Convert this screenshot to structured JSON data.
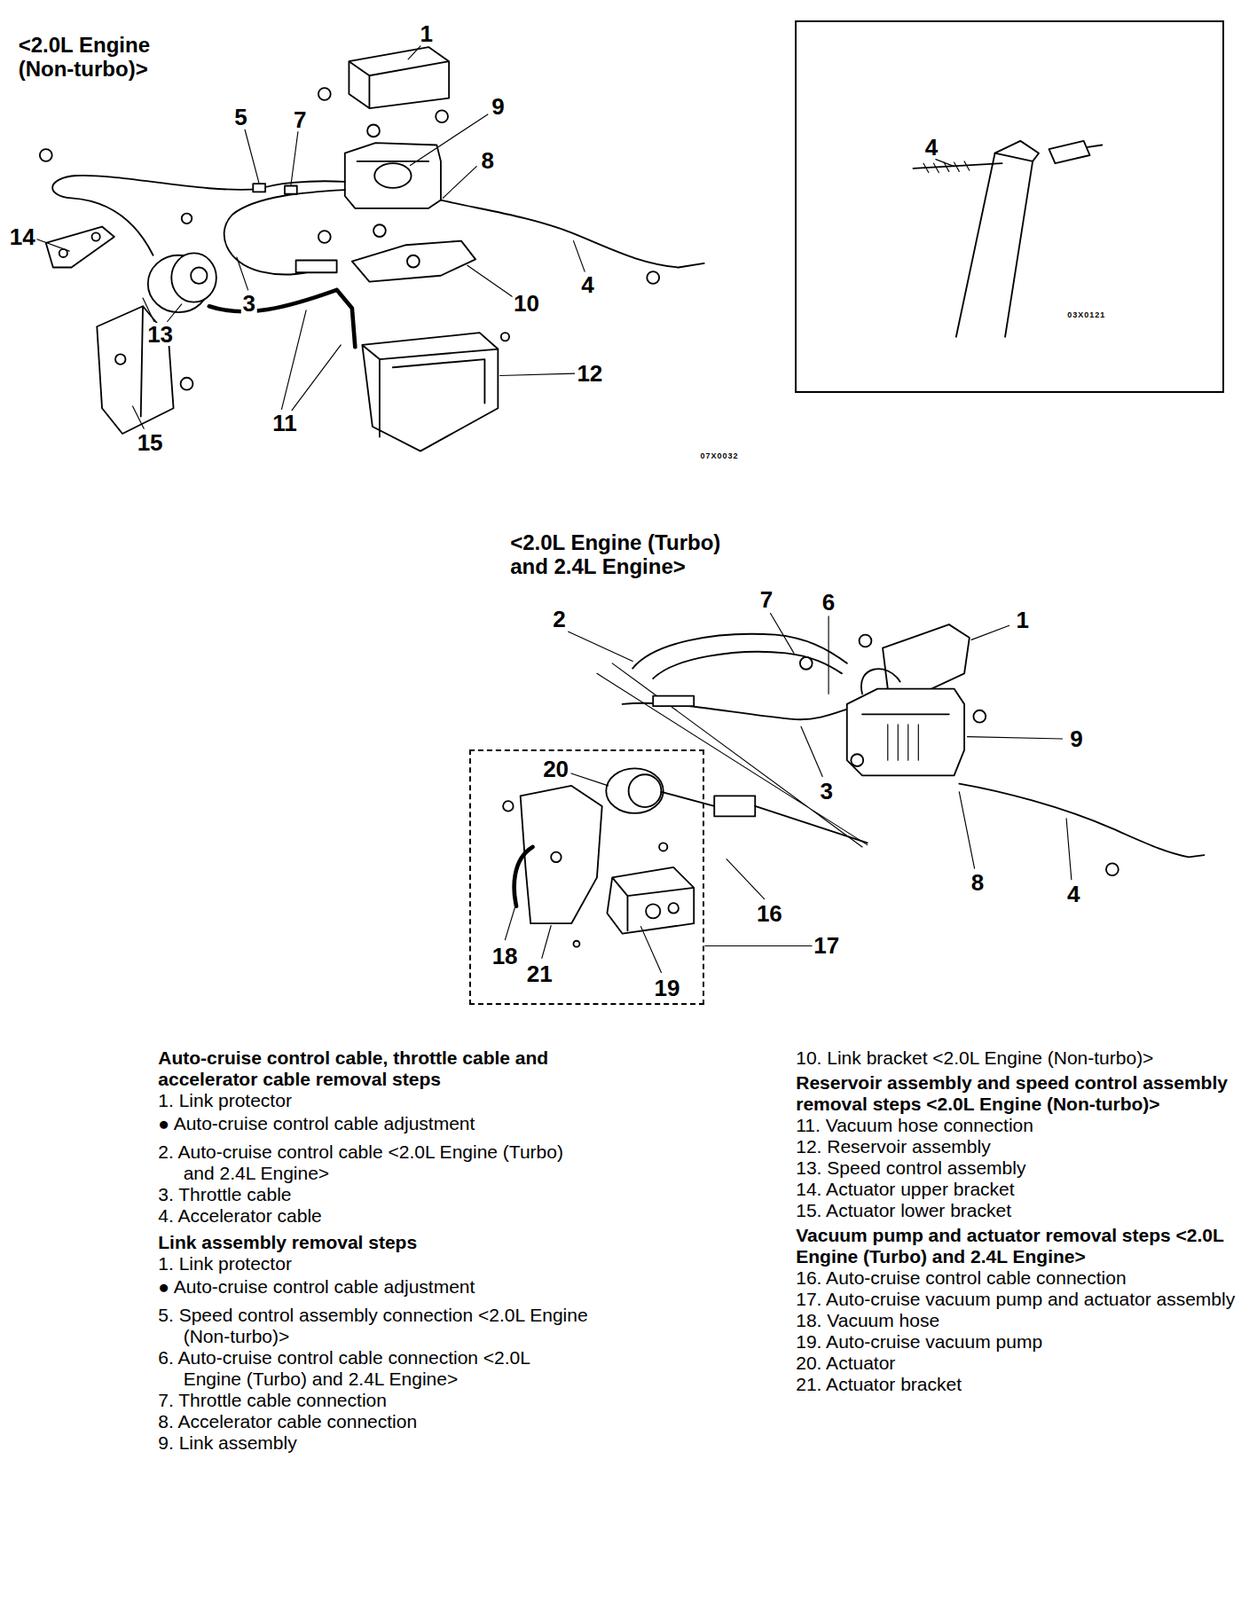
{
  "diagram": {
    "nodes": [
      {
        "text": [
          "4",
          "03X0121"
        ]
      },
      {
        "text": [
          "20",
          "18",
          "21",
          "19"
        ]
      }
    ],
    "labels": [
      "<2.0L Engine (Non-turbo)>",
      "1",
      "5",
      "7",
      "9",
      "8",
      "14",
      "3",
      "4",
      "10",
      "13",
      "12",
      "11",
      "15",
      "07X0032",
      "<2.0L Engine (Turbo) and 2.4L Engine>",
      "2",
      "7",
      "6",
      "1",
      "9",
      "3",
      "16",
      "8",
      "4",
      "17",
      "Auto-cruise control cable, throttle cable and accelerator cable removal steps",
      "1. Link protector",
      "● Auto-cruise control cable adjustment",
      "2. Auto-cruise control cable <2.0L Engine (Turbo) and 2.4L Engine>",
      "3. Throttle cable",
      "4. Accelerator cable",
      "Link assembly removal steps",
      "1. Link protector",
      "● Auto-cruise control cable adjustment",
      "5. Speed control assembly connection <2.0L Engine (Non-turbo)>",
      "6. Auto-cruise control cable connection <2.0L Engine (Turbo) and 2.4L Engine>",
      "7. Throttle cable connection",
      "8. Accelerator cable connection",
      "9. Link assembly",
      "10. Link bracket <2.0L Engine (Non-turbo)>",
      "Reservoir assembly and speed control assembly removal steps <2.0L Engine (Non-turbo)>",
      "11. Vacuum hose connection",
      "12. Reservoir assembly",
      "13. Speed control assembly",
      "14. Actuator upper bracket",
      "15. Actuator lower bracket",
      "Vacuum pump and actuator removal steps <2.0L Engine (Turbo) and 2.4L Engine>",
      "16. Auto-cruise control cable connection",
      "17. Auto-cruise vacuum pump and actuator assembly",
      "18. Vacuum hose",
      "19. Auto-cruise vacuum pump",
      "20. Actuator",
      "21. Actuator bracket"
    ]
  }
}
